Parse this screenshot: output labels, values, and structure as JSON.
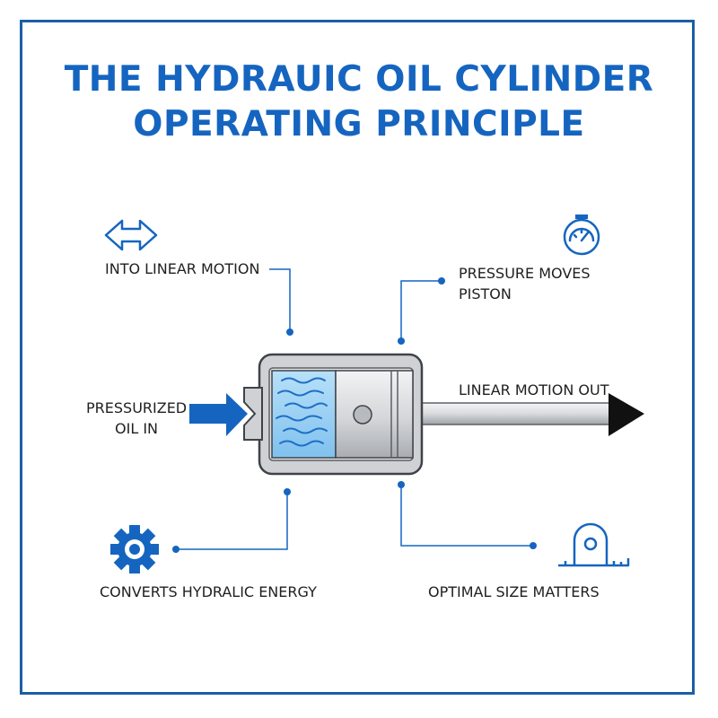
{
  "title": {
    "line1": "THE HYDRAUIC OIL CYLINDER",
    "line2": "OPERATING PRINCIPLE"
  },
  "labels": {
    "into_linear_motion": "INTO LINEAR MOTION",
    "pressure_moves_line1": "PRESSURE MOVES",
    "pressure_moves_line2": "PISTON",
    "pressurized_line1": "PRESSURIZED",
    "pressurized_line2": "OIL IN",
    "linear_motion_out": "LINEAR MOTION OUT",
    "converts_energy": "CONVERTS HYDRALIC ENERGY",
    "optimal_size": "OPTIMAL SIZE MATTERS"
  },
  "colors": {
    "brand_blue": "#1565c0",
    "oil_blue": "#9fd3f5",
    "steel_gray": "#c9ccd0"
  },
  "icons": {
    "top_left": "double-arrow-icon",
    "top_right": "pressure-gauge-icon",
    "bottom_left": "gear-icon",
    "bottom_right": "measuring-tape-icon"
  }
}
